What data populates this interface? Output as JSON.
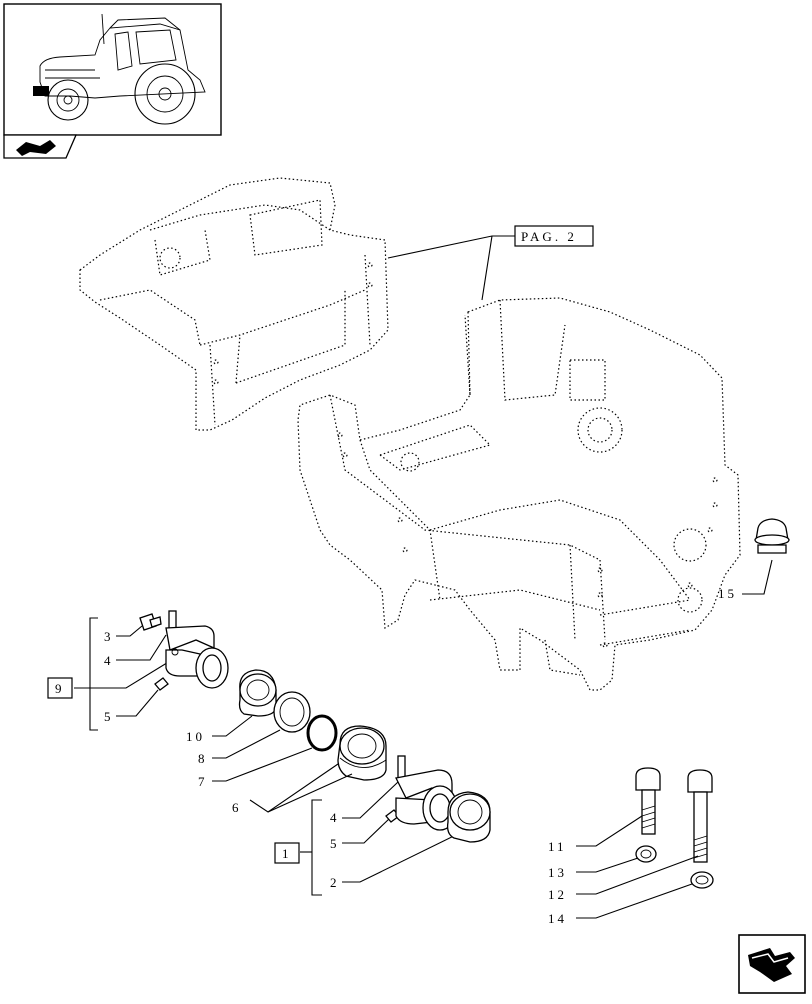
{
  "page_ref": "PAG. 2",
  "callouts": {
    "c3": "3",
    "c4a": "4",
    "c5a": "5",
    "c9": "9",
    "c10": "10",
    "c8": "8",
    "c7": "7",
    "c6": "6",
    "c4b": "4",
    "c5b": "5",
    "c1": "1",
    "c2": "2",
    "c15": "15",
    "c11": "11",
    "c13": "13",
    "c12": "12",
    "c14": "14"
  }
}
